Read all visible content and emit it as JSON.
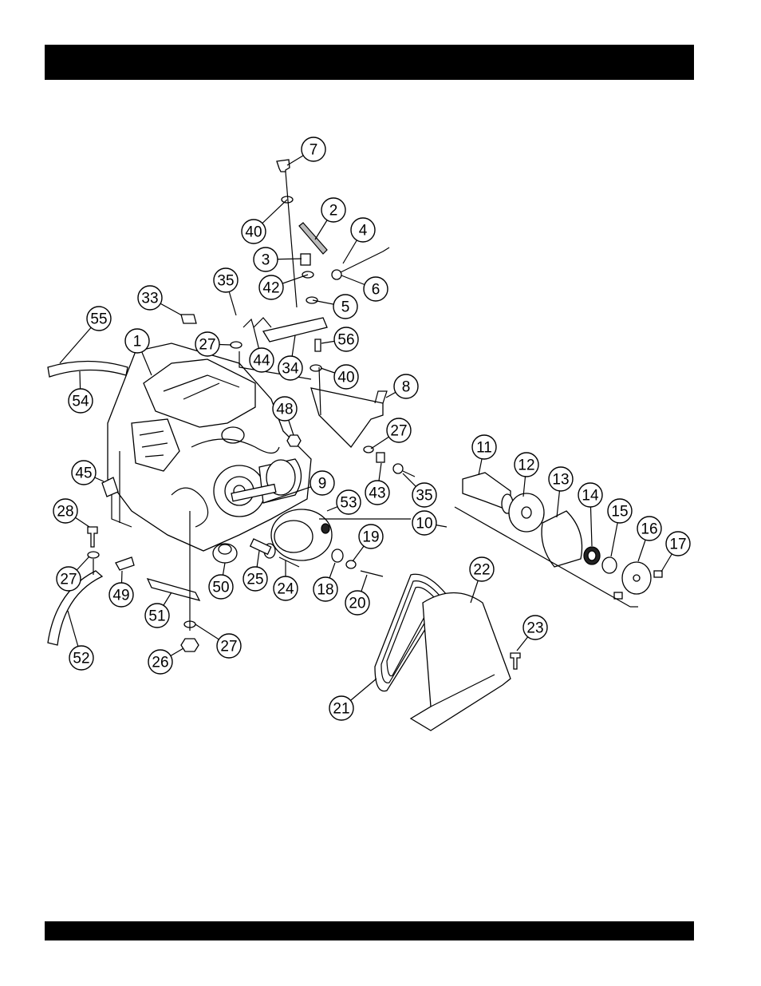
{
  "header": {
    "title": ""
  },
  "footer": {
    "text": ""
  },
  "diagram": {
    "callouts": [
      "7",
      "40",
      "2",
      "4",
      "3",
      "42",
      "6",
      "5",
      "35",
      "33",
      "55",
      "1",
      "27",
      "44",
      "34",
      "56",
      "40",
      "8",
      "48",
      "27",
      "54",
      "43",
      "35",
      "11",
      "12",
      "13",
      "9",
      "53",
      "10",
      "14",
      "15",
      "16",
      "17",
      "45",
      "28",
      "19",
      "27",
      "49",
      "50",
      "25",
      "24",
      "18",
      "20",
      "22",
      "51",
      "52",
      "26",
      "27",
      "23",
      "21"
    ]
  }
}
